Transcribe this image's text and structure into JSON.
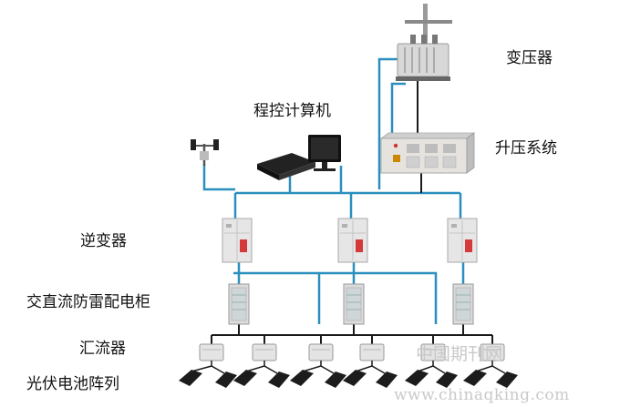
{
  "labels": {
    "transformer": "变压器",
    "computer": "程控计算机",
    "boost_system": "升压系统",
    "inverter": "逆变器",
    "ac_dc_cabinet": "交直流防雷配电柜",
    "combiner": "汇流器",
    "pv_array": "光伏电池阵列"
  },
  "watermark": {
    "cn": "中国期刊网",
    "url": "www.chinaqking.com"
  },
  "colors": {
    "wire": "#2a8fbd",
    "bus": "#1a1a1a",
    "equipment": "#e4e4e4",
    "panel": "#1c1c1c"
  },
  "icons": {
    "transformer": "pole-transformer-icon",
    "computer": "computer-icon",
    "boost": "switchgear-icon",
    "weather": "weather-station-icon",
    "inverter": "inverter-cabinet-icon",
    "cabinet": "distribution-cabinet-icon",
    "combiner": "combiner-box-icon",
    "panel": "solar-panel-icon"
  }
}
